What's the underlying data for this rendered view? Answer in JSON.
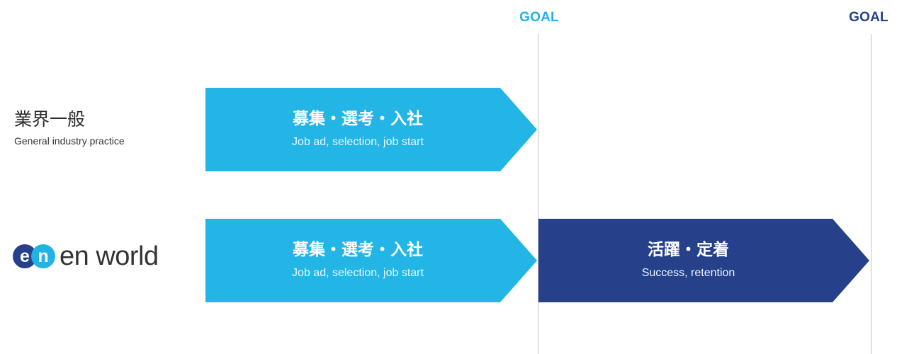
{
  "goals": [
    {
      "label": "GOAL",
      "color": "#22b3e6"
    },
    {
      "label": "GOAL",
      "color": "#27408b"
    }
  ],
  "rows": [
    {
      "label_ja": "業界一般",
      "label_en": "General industry practice"
    },
    {
      "logo": {
        "mark_letters": [
          "e",
          "n"
        ],
        "text": "en world"
      }
    }
  ],
  "arrows": [
    {
      "title": "募集・選考・入社",
      "subtitle": "Job ad, selection, job start",
      "color": "#22b5e6"
    },
    {
      "title": "募集・選考・入社",
      "subtitle": "Job ad, selection, job start",
      "color": "#22b5e6"
    },
    {
      "title": "活躍・定着",
      "subtitle": "Success, retention",
      "color": "#26408a"
    }
  ]
}
